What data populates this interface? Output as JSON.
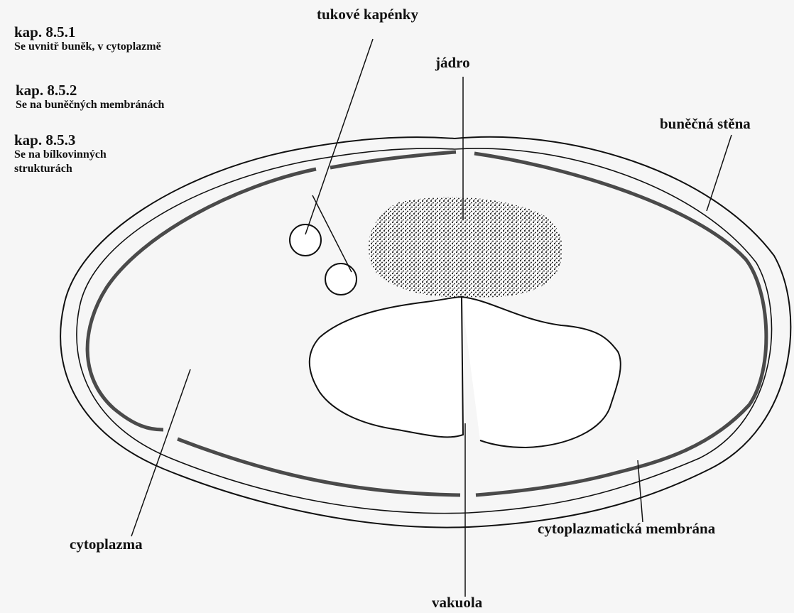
{
  "chapters": [
    {
      "heading": "kap. 8.5.1",
      "text": "Se uvnitř buněk, v cytoplazmě"
    },
    {
      "heading": "kap. 8.5.2",
      "text": "Se na buněčných membránách"
    },
    {
      "heading": "kap. 8.5.3",
      "text": "Se na bílkovinných\nstrukturách"
    }
  ],
  "labels": {
    "fat_droplets": "tukové kapénky",
    "nucleus": "jádro",
    "cell_wall": "buněčná stěna",
    "cytoplasm": "cytoplazma",
    "cytoplasmic_membrane": "cytoplazmatická membrána",
    "vacuole": "vakuola"
  },
  "colors": {
    "background": "#f6f6f6",
    "ink": "#111111",
    "membrane": "#4a4a4a"
  }
}
